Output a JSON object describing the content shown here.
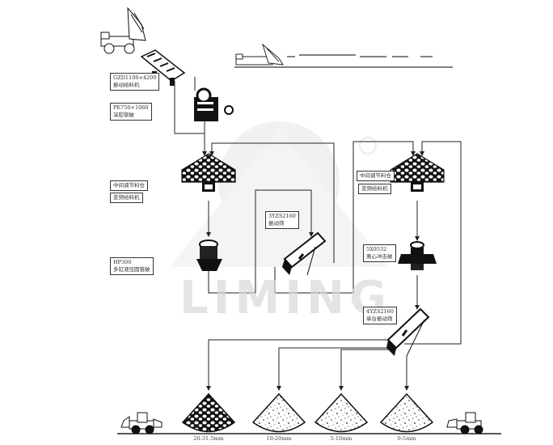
{
  "diagram": {
    "title": "Stone crushing production line flowchart",
    "watermark": {
      "brand": "LIMING",
      "registered_mark": "®"
    },
    "equipment": [
      {
        "id": "feeder",
        "model": "GZD1100×4200",
        "name": "振动给料机"
      },
      {
        "id": "jaw_crusher",
        "model": "PE750×1060",
        "name": "深腔颚破"
      },
      {
        "id": "bin1_a",
        "model": "",
        "name": "中间调节料仓"
      },
      {
        "id": "bin1_b",
        "model": "",
        "name": "变频给料机"
      },
      {
        "id": "cone_crusher",
        "model": "HP300",
        "name": "多缸液压圆锥破"
      },
      {
        "id": "screen1",
        "model": "3YZS2160",
        "name": "振动筛"
      },
      {
        "id": "bin2_a",
        "model": "",
        "name": "中间调节料仓"
      },
      {
        "id": "bin2_b",
        "model": "",
        "name": "变频给料机"
      },
      {
        "id": "impact_crusher",
        "model": "5X9532",
        "name": "离心冲击破"
      },
      {
        "id": "screen2",
        "model": "4YZS2160",
        "name": "单台振动筛"
      }
    ],
    "products": [
      {
        "size": "20-31.5mm"
      },
      {
        "size": "10-20mm"
      },
      {
        "size": "5-10mm"
      },
      {
        "size": "0-5mm"
      }
    ],
    "vehicles": [
      "dump-truck",
      "dump-truck",
      "wheel-loader",
      "wheel-loader"
    ],
    "colors": {
      "line": "#222222",
      "equipment": "#111111",
      "watermark": "#e3e3e3",
      "background": "#ffffff"
    }
  }
}
